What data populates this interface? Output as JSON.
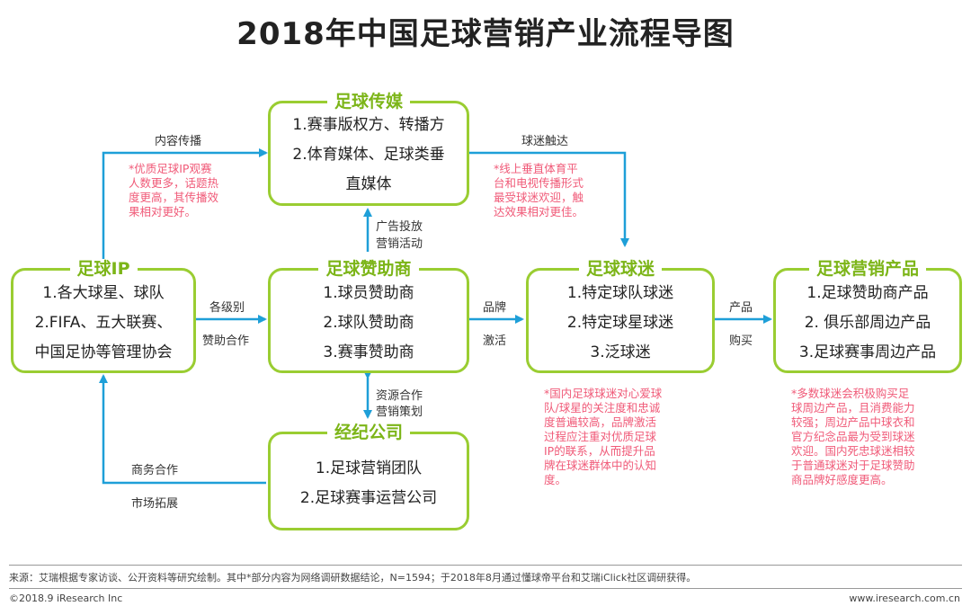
{
  "title": "2018年中国足球营销产业流程导图",
  "boxes": {
    "media": {
      "title": "足球传媒",
      "lines": [
        "1.赛事版权方、转播方",
        "2.体育媒体、足球类垂",
        "直媒体"
      ]
    },
    "ip": {
      "title": "足球IP",
      "lines": [
        "1.各大球星、球队",
        "2.FIFA、五大联赛、",
        "中国足协等管理协会"
      ]
    },
    "sponsor": {
      "title": "足球赞助商",
      "lines": [
        "1.球员赞助商",
        "2.球队赞助商",
        "3.赛事赞助商"
      ]
    },
    "fans": {
      "title": "足球球迷",
      "lines": [
        "1.特定球队球迷",
        "2.特定球星球迷",
        "3.泛球迷"
      ]
    },
    "products": {
      "title": "足球营销产品",
      "lines": [
        "1.足球赞助商产品",
        "2. 俱乐部周边产品",
        "3.足球赛事周边产品"
      ]
    },
    "agency": {
      "title": "经纪公司",
      "lines": [
        "1.足球营销团队",
        "2.足球赛事运营公司"
      ]
    }
  },
  "labels": {
    "content_spread": "内容传播",
    "fan_reach": "球迷触达",
    "ad_1": "广告投放",
    "ad_2": "营销活动",
    "levels_1": "各级别",
    "levels_2": "赞助合作",
    "brand_1": "品牌",
    "brand_2": "激活",
    "product_1": "产品",
    "product_2": "购买",
    "resource_1": "资源合作",
    "resource_2": "营销策划",
    "business_1": "商务合作",
    "business_2": "市场拓展"
  },
  "notes": {
    "ip_media": [
      "*优质足球IP观赛",
      "人数更多，话题热",
      "度更高，其传播效",
      "果相对更好。"
    ],
    "media_fans": [
      "*线上垂直体育平",
      "台和电视传播形式",
      "最受球迷欢迎，触",
      "达效果相对更佳。"
    ],
    "fans": [
      "*国内足球球迷对心爱球",
      "队/球星的关注度和忠诚",
      "度普遍较高，品牌激活",
      "过程应注重对优质足球",
      "IP的联系，从而提升品",
      "牌在球迷群体中的认知",
      "度。"
    ],
    "products": [
      "*多数球迷会积极购买足",
      "球周边产品，且消费能力",
      "较强；周边产品中球衣和",
      "官方纪念品最为受到球迷",
      "欢迎。国内死忠球迷相较",
      "于普通球迷对于足球赞助",
      "商品牌好感度更高。"
    ]
  },
  "footer": {
    "source": "来源：艾瑞根据专家访谈、公开资料等研究绘制。其中*部分内容为网络调研数据结论，N=1594；于2018年8月通过懂球帝平台和艾瑞iClick社区调研获得。",
    "copyright": "©2018.9 iResearch Inc",
    "website": "www.iresearch.com.cn"
  },
  "colors": {
    "box_border": "#9ACD32",
    "box_title": "#7CB518",
    "arrow": "#1E9FD8",
    "note": "#F05A78"
  }
}
